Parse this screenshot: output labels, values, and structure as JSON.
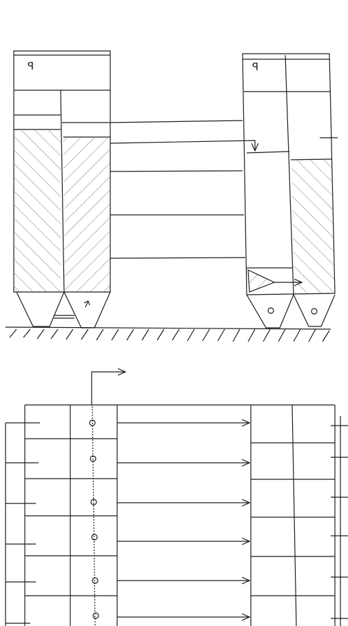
{
  "drawing": {
    "labels": {
      "left_silo_mark": "ꟼ",
      "right_silo_mark": "ꟼ"
    },
    "colors": {
      "ink": "#1a1a1a",
      "paper": "#ffffff",
      "hatch": "#444444"
    },
    "icons": [
      "arrow-icon",
      "circle-marker-icon",
      "hatch-pattern"
    ]
  }
}
